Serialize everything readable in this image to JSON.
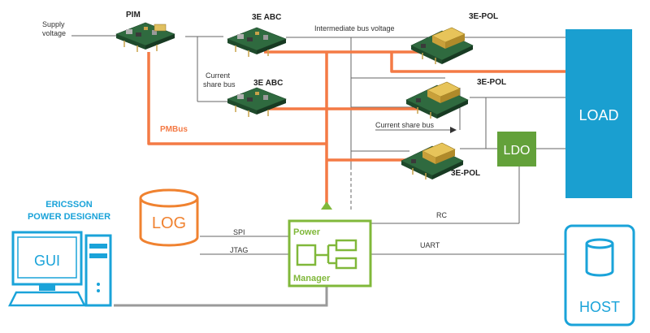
{
  "labels": {
    "supply_voltage_1": "Supply",
    "supply_voltage_2": "voltage",
    "pim": "PIM",
    "abc_top": "3E ABC",
    "abc_mid": "3E ABC",
    "intermediate_bus": "Intermediate bus voltage",
    "current_share_bus_left_1": "Current",
    "current_share_bus_left_2": "share bus",
    "current_share_bus_right": "Current share bus",
    "pol_top": "3E-POL",
    "pol_mid": "3E-POL",
    "pol_bottom": "3E-POL",
    "pmbus": "PMBus",
    "ldo": "LDO",
    "load": "LOAD",
    "log": "LOG",
    "spi": "SPI",
    "jtag": "JTAG",
    "rc": "RC",
    "uart": "UART",
    "pm_power": "Power",
    "pm_manager": "Manager",
    "host": "HOST",
    "gui": "GUI",
    "epd_1": "ERICSSON",
    "epd_2": "POWER DESIGNER"
  },
  "colors": {
    "pmbus_orange": "#f47a45",
    "log_orange": "#f08230",
    "pm_green": "#80b83a",
    "ldo_green": "#63a13a",
    "load_blue": "#1a9fd0",
    "ericsson_blue": "#1aa3d9",
    "wire_gray": "#666666"
  },
  "icons": {
    "module": "power-module-icon",
    "database": "database-icon",
    "computer": "desktop-computer-icon"
  }
}
